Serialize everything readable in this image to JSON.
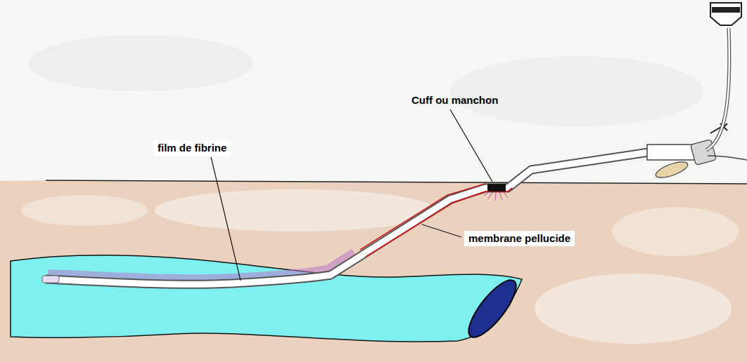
{
  "diagram": {
    "labels": [
      "Cuff ou manchon",
      "film de fibrine",
      "membrane pellucide"
    ]
  }
}
